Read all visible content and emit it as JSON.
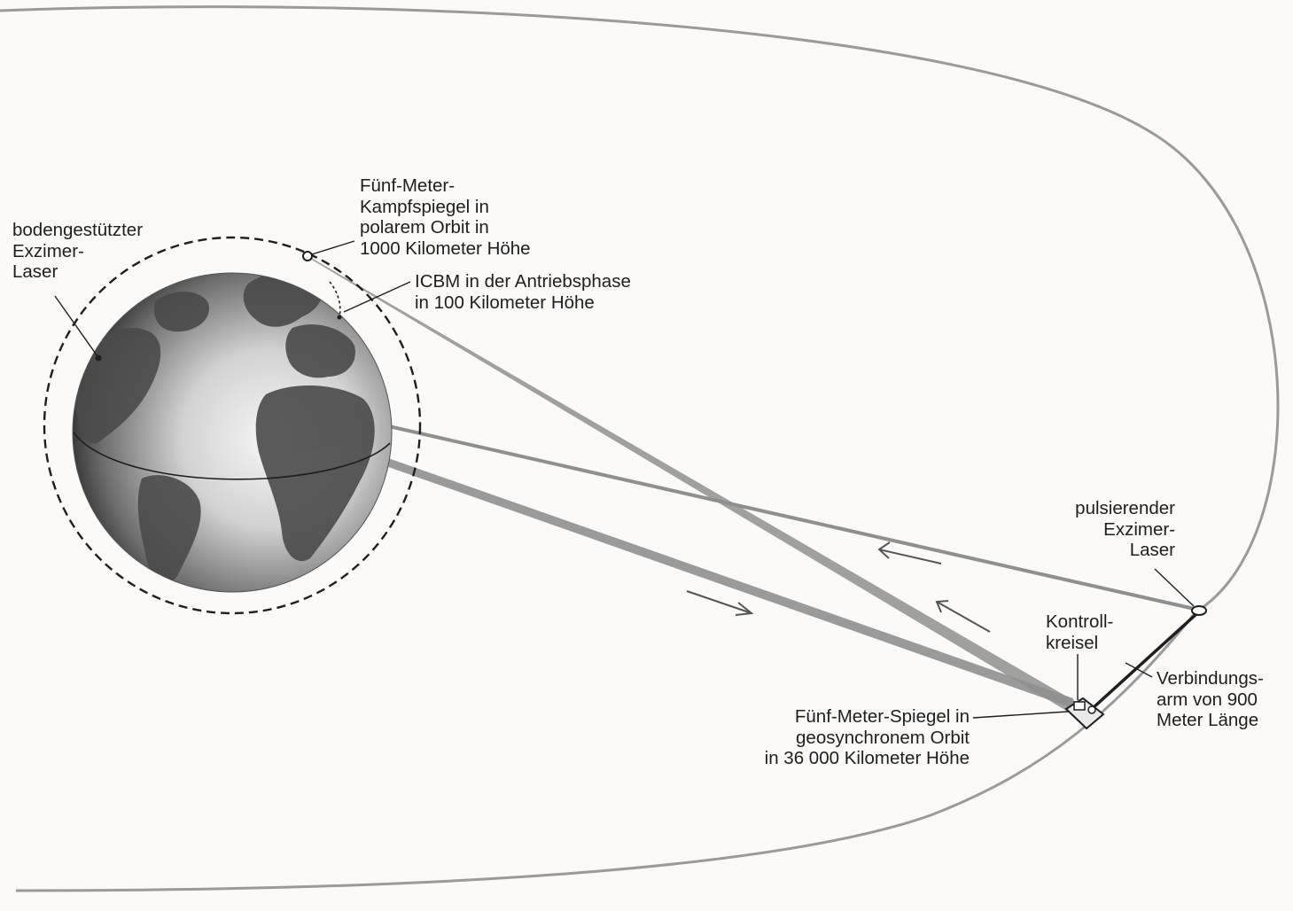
{
  "labels": {
    "ground_laser": [
      "bodengestützter",
      "Exzimer-",
      "Laser"
    ],
    "polar_mirror": [
      "Fünf-Meter-",
      "Kampfspiegel in",
      "polarem Orbit in",
      "1000 Kilometer Höhe"
    ],
    "icbm": [
      "ICBM in der Antriebsphase",
      "in 100 Kilometer Höhe"
    ],
    "pulsed_laser": [
      "pulsierender",
      "Exzimer-",
      "Laser"
    ],
    "gyro": [
      "Kontroll-",
      "kreisel"
    ],
    "connecting_arm": [
      "Verbindungs-",
      "arm von 900",
      "Meter Länge"
    ],
    "geo_mirror": [
      "Fünf-Meter-Spiegel in",
      "geosynchronem Orbit",
      "in 36 000 Kilometer Höhe"
    ]
  },
  "colors": {
    "background": "#fbfaf8",
    "beam": "#8f8f8f",
    "orbit": "#9a9a9a",
    "ink": "#1e1e1e"
  }
}
